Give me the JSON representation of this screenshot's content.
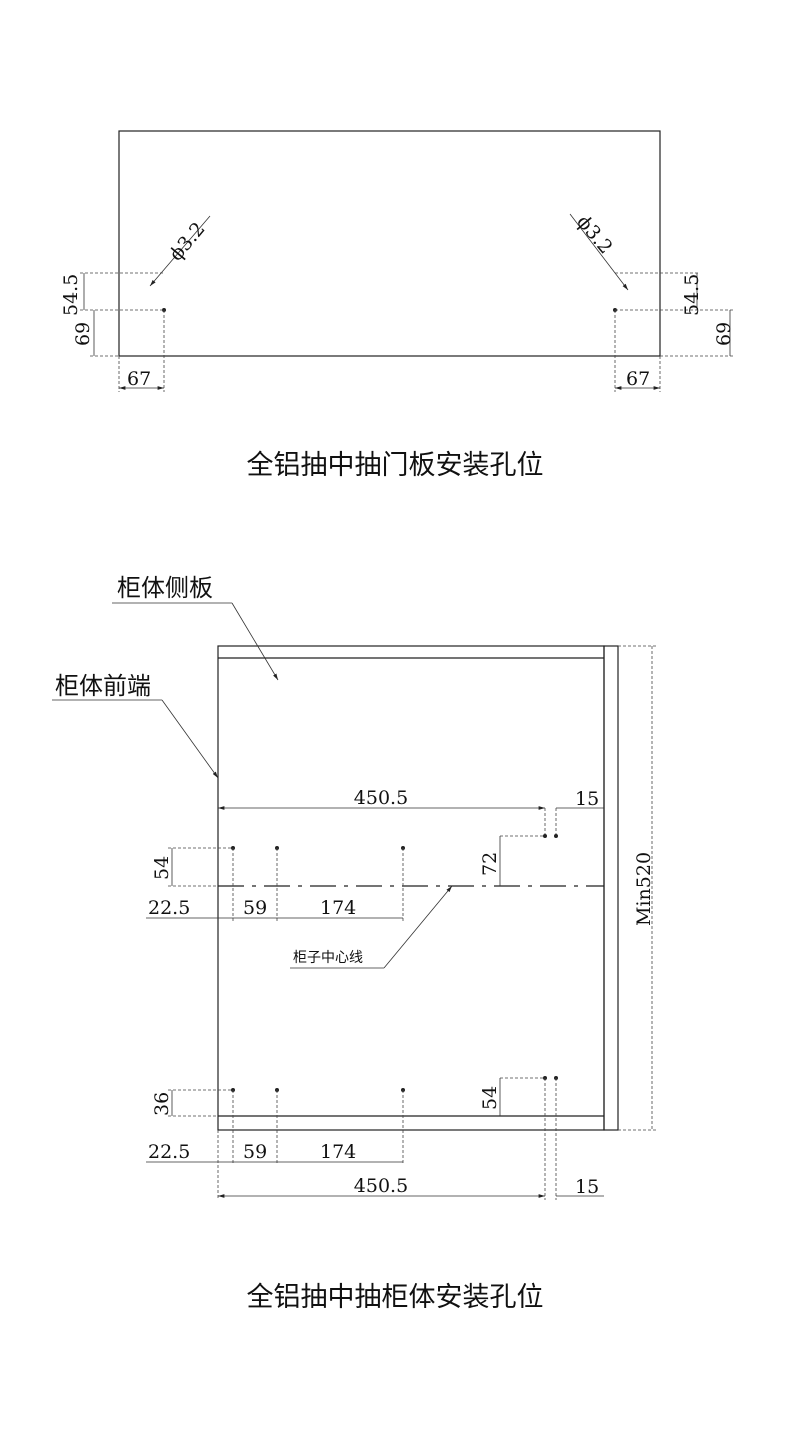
{
  "door": {
    "hole_left": "ϕ3.2",
    "hole_right": "ϕ3.2",
    "dim_54_5": "54.5",
    "dim_69": "69",
    "dim_67": "67",
    "title": "全铝抽中抽门板安装孔位"
  },
  "cabinet": {
    "label_side": "柜体侧板",
    "label_front": "柜体前端",
    "label_center": "柜子中心线",
    "dim_450_5": "450.5",
    "dim_15": "15",
    "dim_72": "72",
    "dim_54": "54",
    "dim_36": "36",
    "dim_22_5": "22.5",
    "dim_59": "59",
    "dim_174": "174",
    "dim_min520": "Min520",
    "title": "全铝抽中抽柜体安装孔位"
  }
}
